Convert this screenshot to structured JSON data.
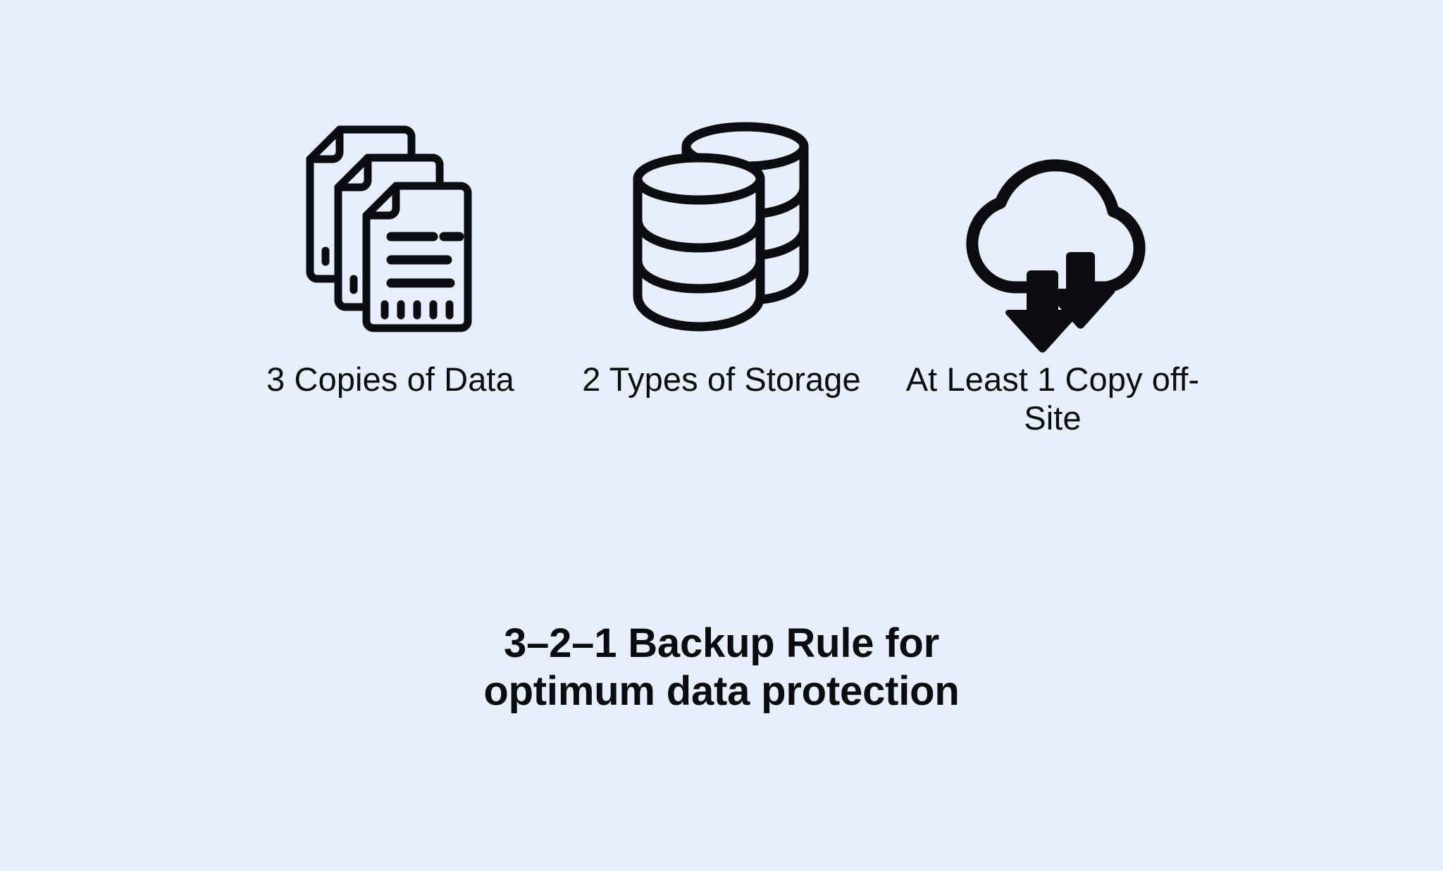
{
  "background_color": "#e8eefa",
  "ink_color": "#0b0c10",
  "pillars": [
    {
      "icon": "documents-stack-icon",
      "label": "3 Copies of Data",
      "number": "3",
      "label_line_1": "3 Copies of",
      "label_line_2": "Data"
    },
    {
      "icon": "database-cylinders-icon",
      "label": "2 Types of Storage",
      "number": "2",
      "label_line_1": "2 Types of",
      "label_line_2": "Storage"
    },
    {
      "icon": "cloud-download-icon",
      "label": "At Least 1 Copy off-Site",
      "number": "1",
      "label_line_1": "At Least 1 Copy",
      "label_line_2": "off-Site"
    }
  ],
  "headline": {
    "line_1": "3–2–1 Backup Rule for",
    "line_2": "optimum data protection",
    "full": "3–2–1 Backup Rule for optimum data protection"
  }
}
